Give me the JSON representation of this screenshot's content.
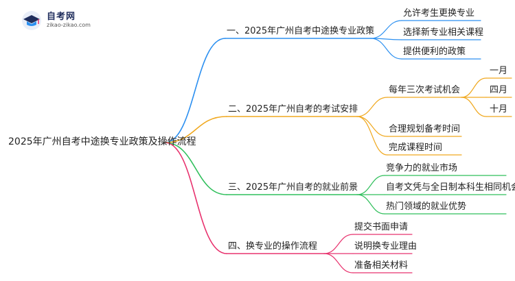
{
  "logo": {
    "title": "自考网",
    "url": "zikao-zikao.com"
  },
  "root": "2025年广州自考中途换专业政策及操作流程",
  "branches": [
    {
      "label": "一、2025年广州自考中途换专业政策",
      "color": "#2b8ff0",
      "children": [
        {
          "label": "允许考生更换专业"
        },
        {
          "label": "选择新专业相关课程"
        },
        {
          "label": "提供便利的政策"
        }
      ]
    },
    {
      "label": "二、2025年广州自考的考试安排",
      "color": "#f0a81e",
      "children": [
        {
          "label": "每年三次考试机会",
          "children": [
            "一月",
            "四月",
            "十月"
          ]
        },
        {
          "label": "合理规划备考时间"
        },
        {
          "label": "完成课程时间"
        }
      ]
    },
    {
      "label": "三、2025年广州自考的就业前景",
      "color": "#2fbf5b",
      "children": [
        {
          "label": "竞争力的就业市场"
        },
        {
          "label": "自考文凭与全日制本科生相同机会"
        },
        {
          "label": "热门领域的就业优势"
        }
      ]
    },
    {
      "label": "四、换专业的操作流程",
      "color": "#e8326e",
      "children": [
        {
          "label": "提交书面申请"
        },
        {
          "label": "说明换专业理由"
        },
        {
          "label": "准备相关材料"
        }
      ]
    }
  ]
}
